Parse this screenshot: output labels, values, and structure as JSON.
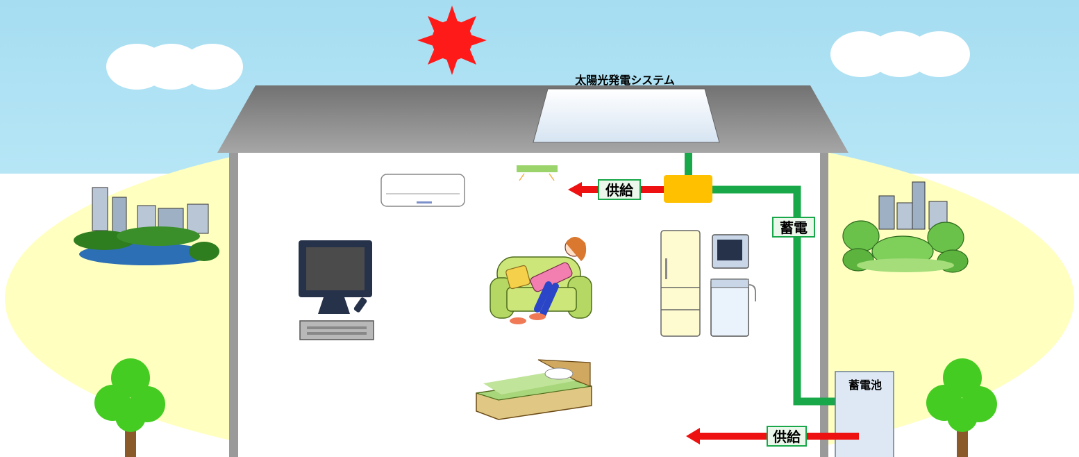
{
  "labels": {
    "solar_system": "太陽光発電システム",
    "supply_top": "供給",
    "charge": "蓄電",
    "battery": "蓄電池",
    "supply_bottom": "供給"
  },
  "colors": {
    "sky": "#a8def0",
    "ground": "#ffffc0",
    "roof": "#8a8a8a",
    "wall": "#ffffff",
    "supply_arrow": "#ee1111",
    "charge_line": "#18a84a",
    "power_conditioner": "#ffc000",
    "battery": "#dde8f4",
    "sun": "#ff1a1a",
    "tree": "#44cc22"
  },
  "icons": [
    "sun-icon",
    "cloud-icon",
    "city-icon",
    "park-icon",
    "tree-icon",
    "solar-panel-icon",
    "air-conditioner-icon",
    "lamp-icon",
    "tv-icon",
    "sofa-person-icon",
    "refrigerator-icon",
    "microwave-icon",
    "washing-machine-icon",
    "bed-icon",
    "battery-icon",
    "power-conditioner-icon"
  ]
}
